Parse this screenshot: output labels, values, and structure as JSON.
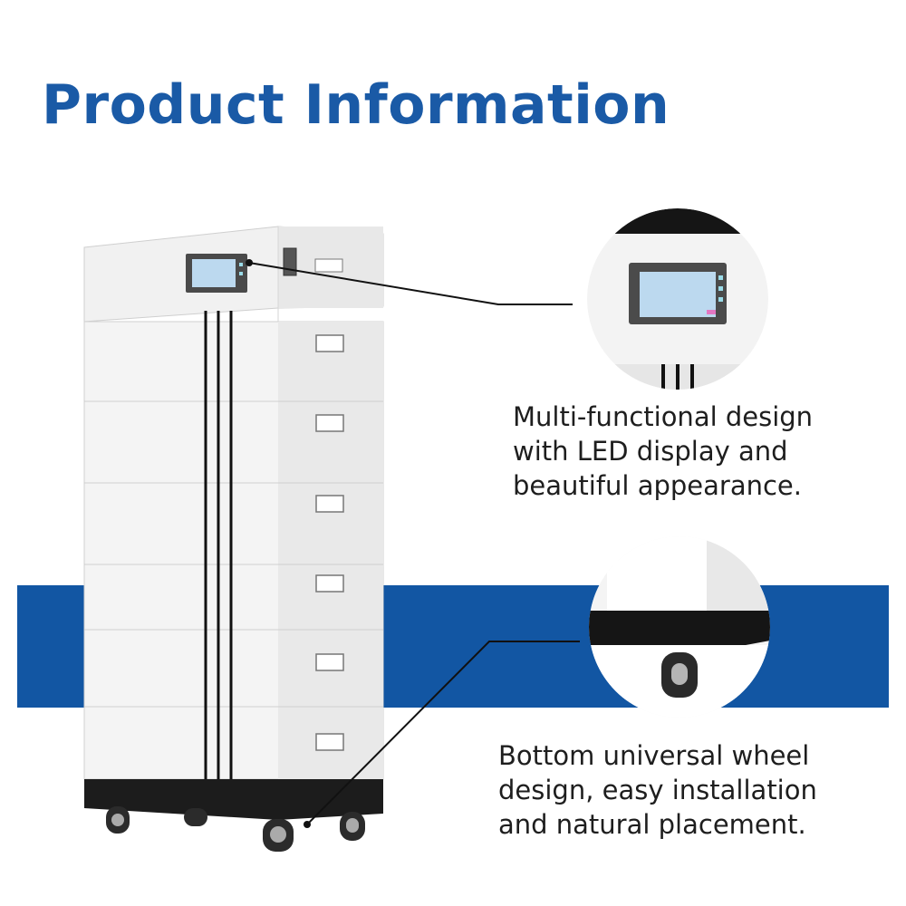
{
  "page": {
    "title": "Product Information"
  },
  "features": [
    {
      "id": "display",
      "lines": [
        "Multi-functional design",
        "with LED display and",
        "beautiful appearance."
      ]
    },
    {
      "id": "wheel",
      "lines": [
        "Bottom universal wheel",
        "design, easy installation",
        "and natural placement."
      ]
    }
  ],
  "colors": {
    "title": "#1a5aa6",
    "band": "#1256a3",
    "cabinet": "#ffffff",
    "base": "#1a1a1a",
    "screen": "#bcd9ef"
  },
  "icons": [
    "led-display-icon",
    "universal-wheel-icon"
  ]
}
